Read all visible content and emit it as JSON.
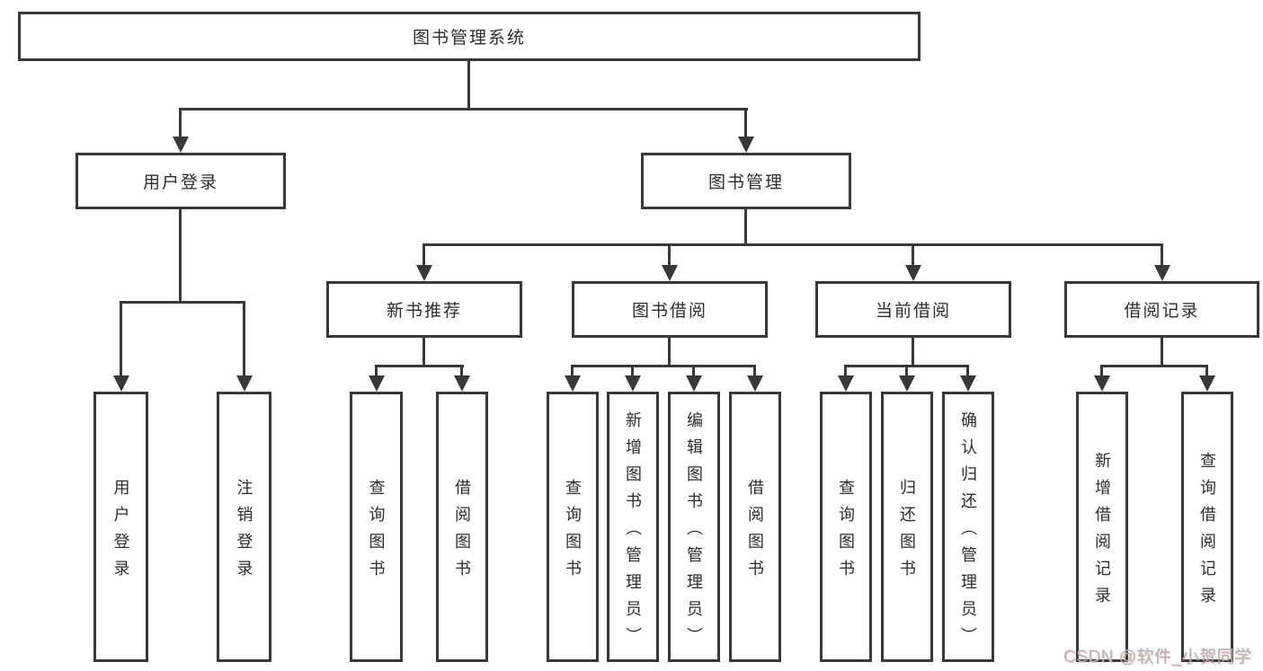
{
  "tree": {
    "label": "图书管理系统",
    "children": [
      {
        "label": "用户登录",
        "children": [
          {
            "label": "用户登录"
          },
          {
            "label": "注销登录"
          }
        ]
      },
      {
        "label": "图书管理",
        "children": [
          {
            "label": "新书推荐",
            "children": [
              {
                "label": "查询图书"
              },
              {
                "label": "借阅图书"
              }
            ]
          },
          {
            "label": "图书借阅",
            "children": [
              {
                "label": "查询图书"
              },
              {
                "label": "新增图书（管理员）"
              },
              {
                "label": "编辑图书（管理员）"
              },
              {
                "label": "借阅图书"
              }
            ]
          },
          {
            "label": "当前借阅",
            "children": [
              {
                "label": "查询图书"
              },
              {
                "label": "归还图书"
              },
              {
                "label": "确认归还（管理员）"
              }
            ]
          },
          {
            "label": "借阅记录",
            "children": [
              {
                "label": "新增借阅记录"
              },
              {
                "label": "查询借阅记录"
              }
            ]
          }
        ]
      }
    ]
  },
  "watermark": "CSDN @软件_小贺同学",
  "colors": {
    "line": "#383838",
    "box_fill": "#ffffff",
    "text": "#2d2d2d",
    "watermark": "#b6b6b6",
    "watermark_shadow": "#dd797e"
  }
}
